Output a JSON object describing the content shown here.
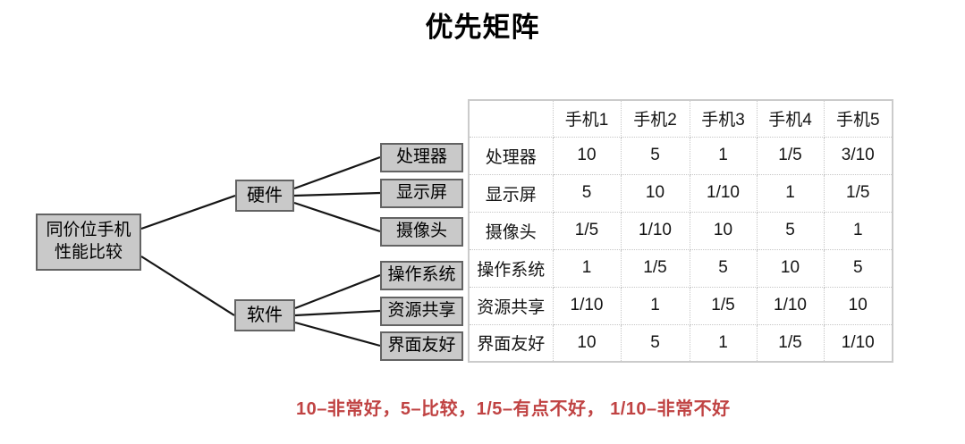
{
  "title": "优先矩阵",
  "tree": {
    "root": {
      "label_lines": [
        "同价位手机",
        "性能比较"
      ]
    },
    "branches": [
      {
        "label": "硬件"
      },
      {
        "label": "软件"
      }
    ],
    "leaves": [
      {
        "label": "处理器"
      },
      {
        "label": "显示屏"
      },
      {
        "label": "摄像头"
      },
      {
        "label": "操作系统"
      },
      {
        "label": "资源共享"
      },
      {
        "label": "界面友好"
      }
    ]
  },
  "matrix": {
    "corner_label": "",
    "columns": [
      "手机1",
      "手机2",
      "手机3",
      "手机4",
      "手机5"
    ],
    "rows": [
      {
        "label": "处理器",
        "values": [
          "10",
          "5",
          "1",
          "1/5",
          "3/10"
        ]
      },
      {
        "label": "显示屏",
        "values": [
          "5",
          "10",
          "1/10",
          "1",
          "1/5"
        ]
      },
      {
        "label": "摄像头",
        "values": [
          "1/5",
          "1/10",
          "10",
          "5",
          "1"
        ]
      },
      {
        "label": "操作系统",
        "values": [
          "1",
          "1/5",
          "5",
          "10",
          "5"
        ]
      },
      {
        "label": "资源共享",
        "values": [
          "1/10",
          "1",
          "1/5",
          "1/10",
          "10"
        ]
      },
      {
        "label": "界面友好",
        "values": [
          "10",
          "5",
          "1",
          "1/5",
          "1/10"
        ]
      }
    ]
  },
  "legend": {
    "text": "10–非常好，5–比较，1/5–有点不好， 1/10–非常不好"
  },
  "colors": {
    "node_fill": "#c9c9c9",
    "node_border": "#636363",
    "connector_line": "#161616",
    "table_border": "#cbcbcb",
    "legend_red": "#c04343"
  }
}
